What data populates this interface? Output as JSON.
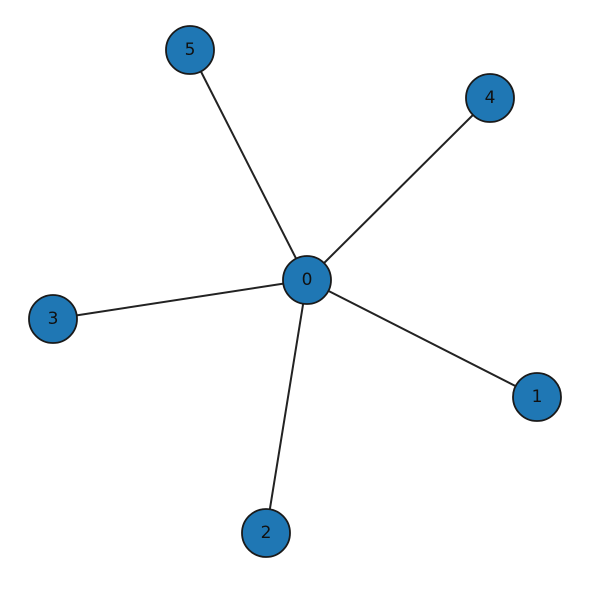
{
  "graph": {
    "node_color": "#1f77b4",
    "edge_color": "#222222",
    "nodes": [
      {
        "id": "0",
        "label": "0"
      },
      {
        "id": "1",
        "label": "1"
      },
      {
        "id": "2",
        "label": "2"
      },
      {
        "id": "3",
        "label": "3"
      },
      {
        "id": "4",
        "label": "4"
      },
      {
        "id": "5",
        "label": "5"
      }
    ],
    "edges": [
      {
        "source": "0",
        "target": "1"
      },
      {
        "source": "0",
        "target": "2"
      },
      {
        "source": "0",
        "target": "3"
      },
      {
        "source": "0",
        "target": "4"
      },
      {
        "source": "0",
        "target": "5"
      }
    ]
  }
}
